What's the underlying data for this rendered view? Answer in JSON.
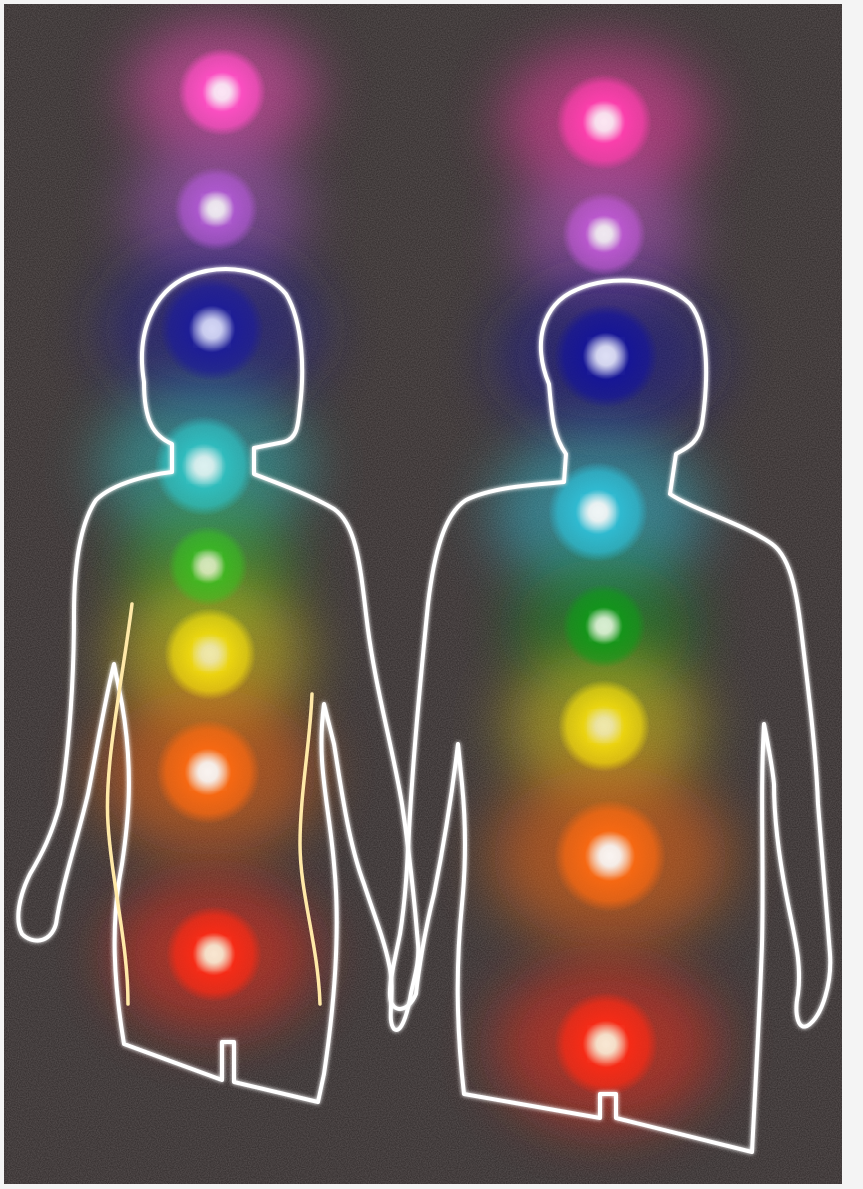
{
  "image": {
    "background_color": "#2a2424",
    "outline_color": "#ffffff",
    "figures": [
      {
        "name": "female-silhouette",
        "chakras": [
          {
            "name": "crown-upper",
            "color": "#ff4fc4",
            "core": "#ffe6f8",
            "level": 0.95
          },
          {
            "name": "crown",
            "color": "#b45ad8",
            "core": "#ffffff",
            "level": 0.85
          },
          {
            "name": "third-eye",
            "color": "#1c1c9a",
            "core": "#cfd4ff",
            "level": 0.9
          },
          {
            "name": "throat",
            "color": "#2ec6c8",
            "core": "#e8ffff",
            "level": 0.85
          },
          {
            "name": "heart",
            "color": "#38c21e",
            "core": "#f2ffd0",
            "level": 0.75
          },
          {
            "name": "solar-plexus",
            "color": "#ffe70a",
            "core": "#fff6a8",
            "level": 0.8
          },
          {
            "name": "sacral",
            "color": "#ff6a10",
            "core": "#ffffff",
            "level": 0.9
          },
          {
            "name": "root",
            "color": "#ff2a14",
            "core": "#fff0d0",
            "level": 0.9
          }
        ]
      },
      {
        "name": "male-silhouette",
        "chakras": [
          {
            "name": "crown-upper",
            "color": "#ff3fae",
            "core": "#ffe6f4",
            "level": 0.95
          },
          {
            "name": "crown",
            "color": "#c25ad8",
            "core": "#ffffff",
            "level": 0.85
          },
          {
            "name": "third-eye",
            "color": "#14149a",
            "core": "#dfe2ff",
            "level": 0.9
          },
          {
            "name": "throat",
            "color": "#2ec0d8",
            "core": "#ffffff",
            "level": 0.9
          },
          {
            "name": "heart",
            "color": "#0f9a18",
            "core": "#e8ffe0",
            "level": 0.85
          },
          {
            "name": "solar-plexus",
            "color": "#ffe60a",
            "core": "#fff6a8",
            "level": 0.8
          },
          {
            "name": "sacral",
            "color": "#ff6a10",
            "core": "#ffffff",
            "level": 0.9
          },
          {
            "name": "root",
            "color": "#ff2a14",
            "core": "#fff0d0",
            "level": 0.9
          }
        ]
      }
    ]
  }
}
